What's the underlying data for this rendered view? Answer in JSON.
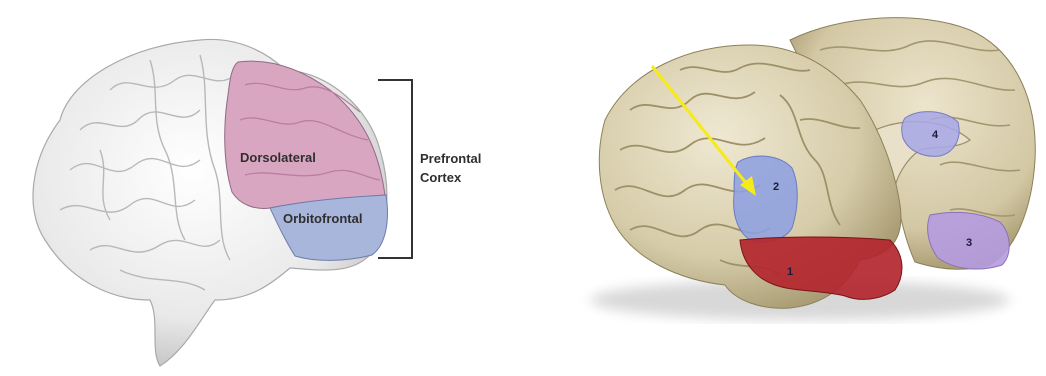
{
  "left_figure": {
    "region_labels": {
      "dorsolateral": "Dorsolateral",
      "orbitofrontal": "Orbitofrontal"
    },
    "bracket_label": {
      "line1": "Prefrontal",
      "line2": "Cortex"
    },
    "colors": {
      "brain": "#f2f2f2",
      "dorsolateral": "#d9a6c2",
      "orbitofrontal": "#a8b6dc"
    }
  },
  "right_figure": {
    "region_numbers": [
      "1",
      "2",
      "3",
      "4"
    ],
    "colors": {
      "brain": "#d9d0b2",
      "region_1": "#b3262e",
      "region_2": "#8ea0e0",
      "region_3": "#b59be0",
      "region_4": "#a7a8e6",
      "arrow": "#f5ea1a"
    }
  }
}
